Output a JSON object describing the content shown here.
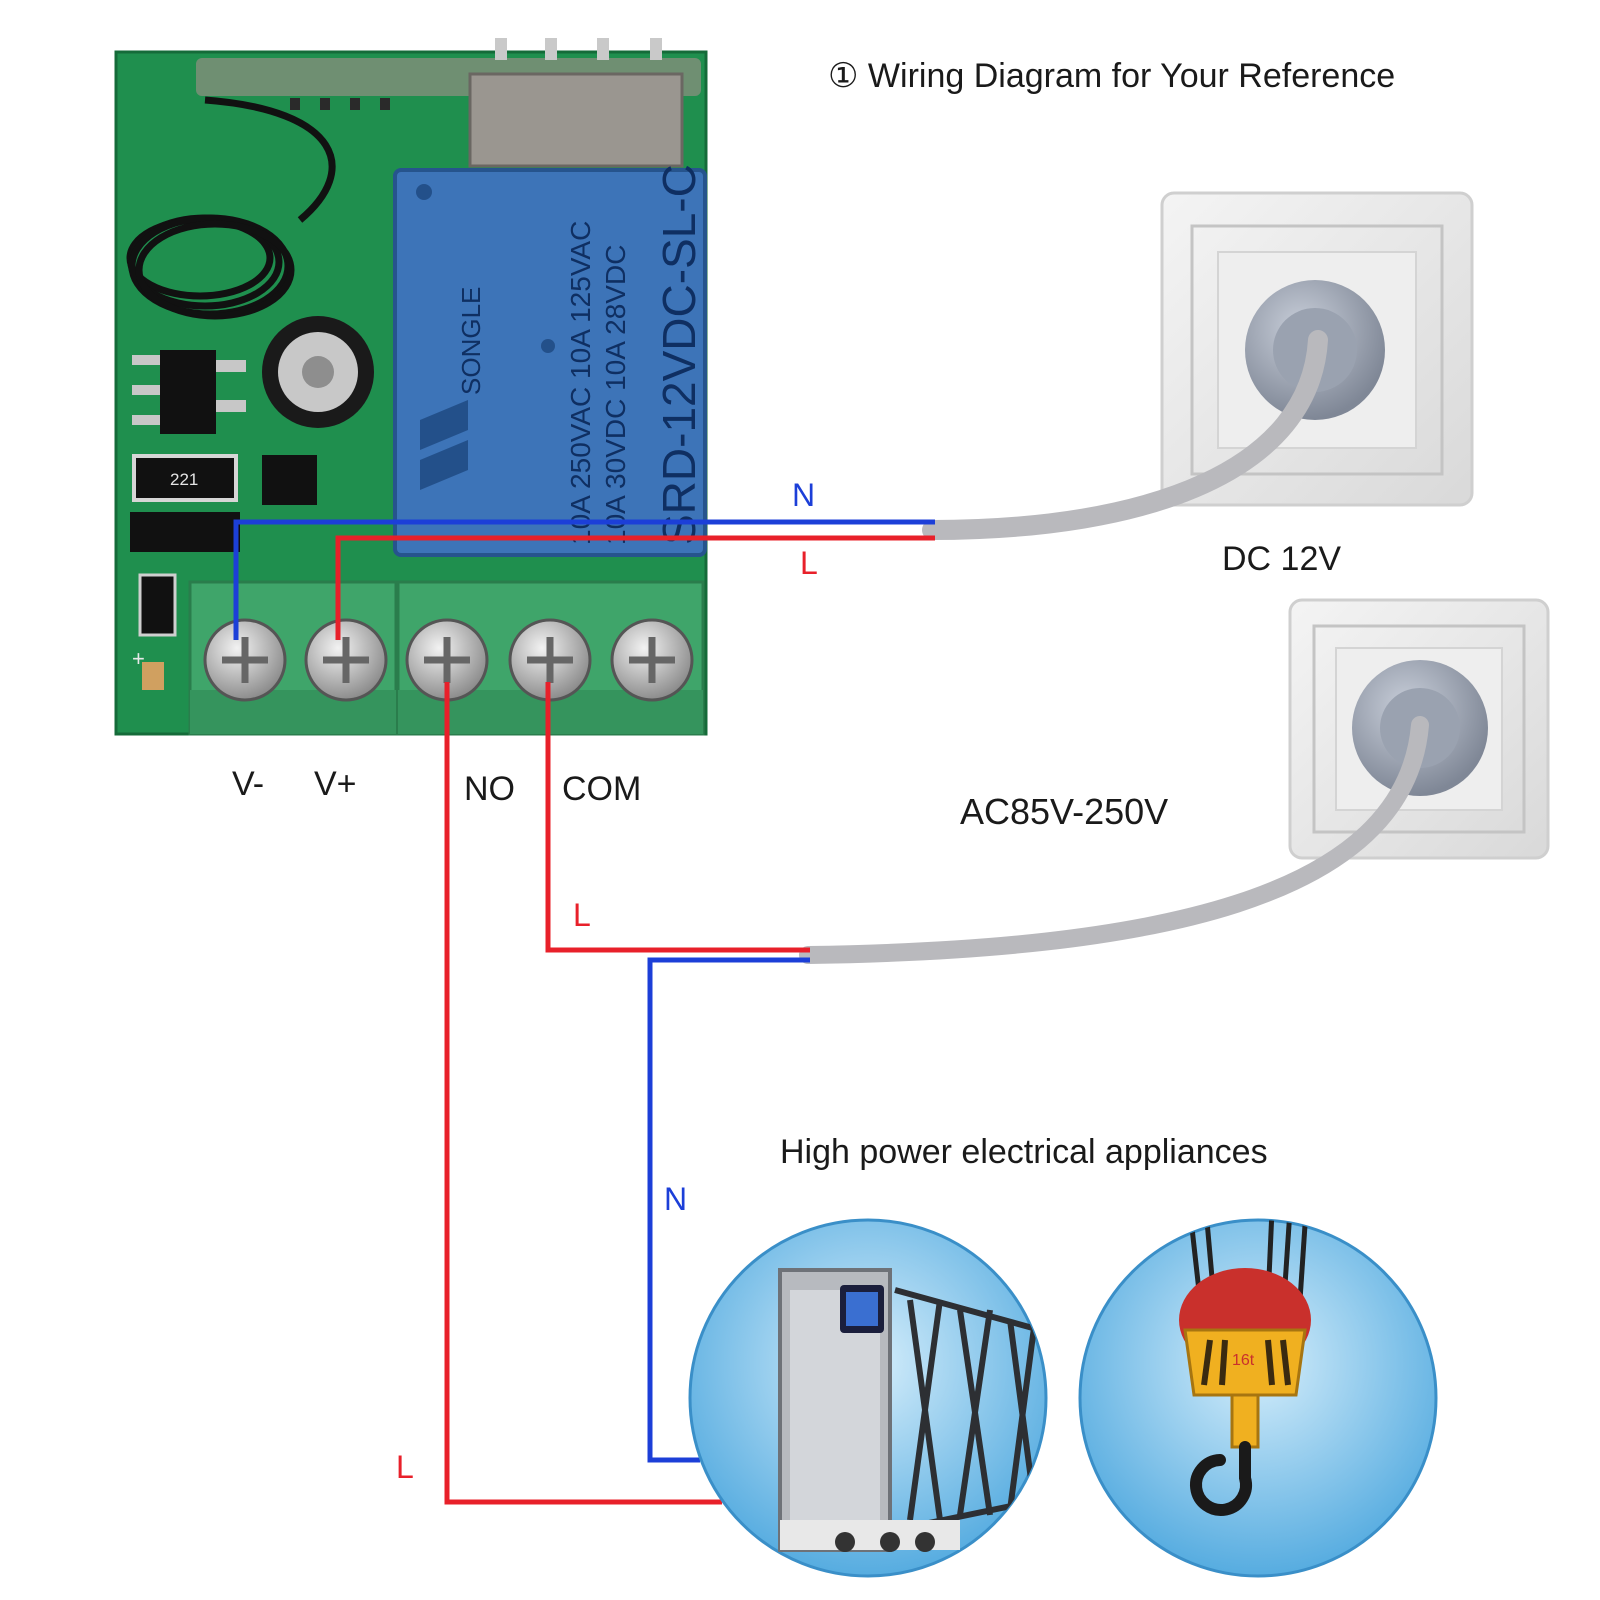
{
  "title": "① Wiring Diagram for Your Reference",
  "terminals": [
    "V-",
    "V+",
    "NO",
    "COM"
  ],
  "sources": {
    "dc_label": "DC 12V",
    "ac_label": "AC85V-250V"
  },
  "wires": {
    "dc_neutral": "N",
    "dc_live": "L",
    "ac_live": "L",
    "ac_neutral": "N",
    "load_live": "L"
  },
  "appliances_label": "High power electrical appliances",
  "relay_markings": {
    "brand": "SONGLE",
    "model": "SRD-12VDC-SL-C",
    "rating_1": "10A 250VAC  10A 125VAC",
    "rating_2": "10A 30VDC   10A 28VDC",
    "pcb_code": "221",
    "hook_mark": "16t"
  },
  "colors": {
    "live_wire": "#e8202a",
    "neutral_wire": "#1c3fd8",
    "pcb_green": "#1f8f4e",
    "terminal_green": "#3fa56a",
    "relay_blue": "#3d74b8",
    "circle_sky": "#5fb6e6"
  }
}
